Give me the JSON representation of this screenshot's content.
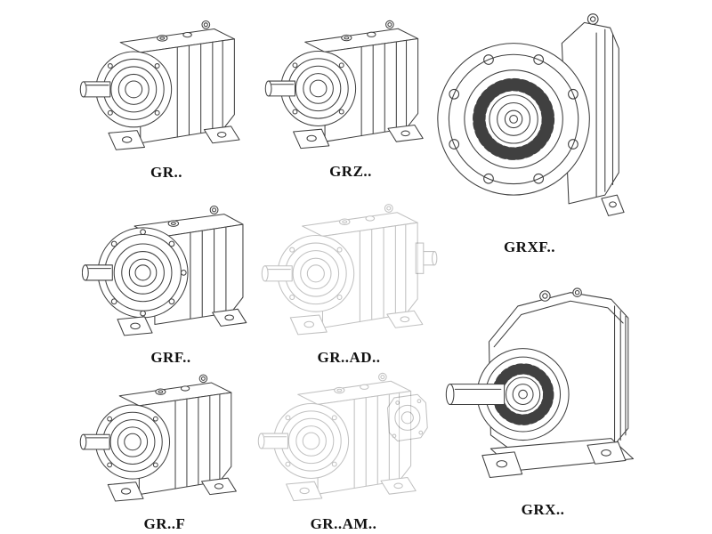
{
  "page": {
    "background_color": "#ffffff",
    "line_color": "#404040",
    "faint_line_opacity": "0.32"
  },
  "figures": [
    {
      "label": "GR..",
      "drawing": "foot-mounted-helical-gearbox-isometric",
      "rendering": "solid"
    },
    {
      "label": "GRZ..",
      "drawing": "foot-mounted-helical-gearbox-isometric",
      "rendering": "solid"
    },
    {
      "label": "GRXF..",
      "drawing": "flange-mounted-helical-gearbox-front-view",
      "rendering": "solid"
    },
    {
      "label": "GRF..",
      "drawing": "flange-output-helical-gearbox-isometric",
      "rendering": "solid"
    },
    {
      "label": "GR..AD..",
      "drawing": "helical-gearbox-with-input-shaft-adapter",
      "rendering": "faint"
    },
    {
      "label": "GR..F",
      "drawing": "foot-mounted-helical-gearbox-isometric",
      "rendering": "solid"
    },
    {
      "label": "GR..AM..",
      "drawing": "helical-gearbox-with-input-flange-adapter",
      "rendering": "faint"
    },
    {
      "label": "GRX..",
      "drawing": "large-foot-mounted-helical-gearbox-isometric",
      "rendering": "solid"
    }
  ]
}
